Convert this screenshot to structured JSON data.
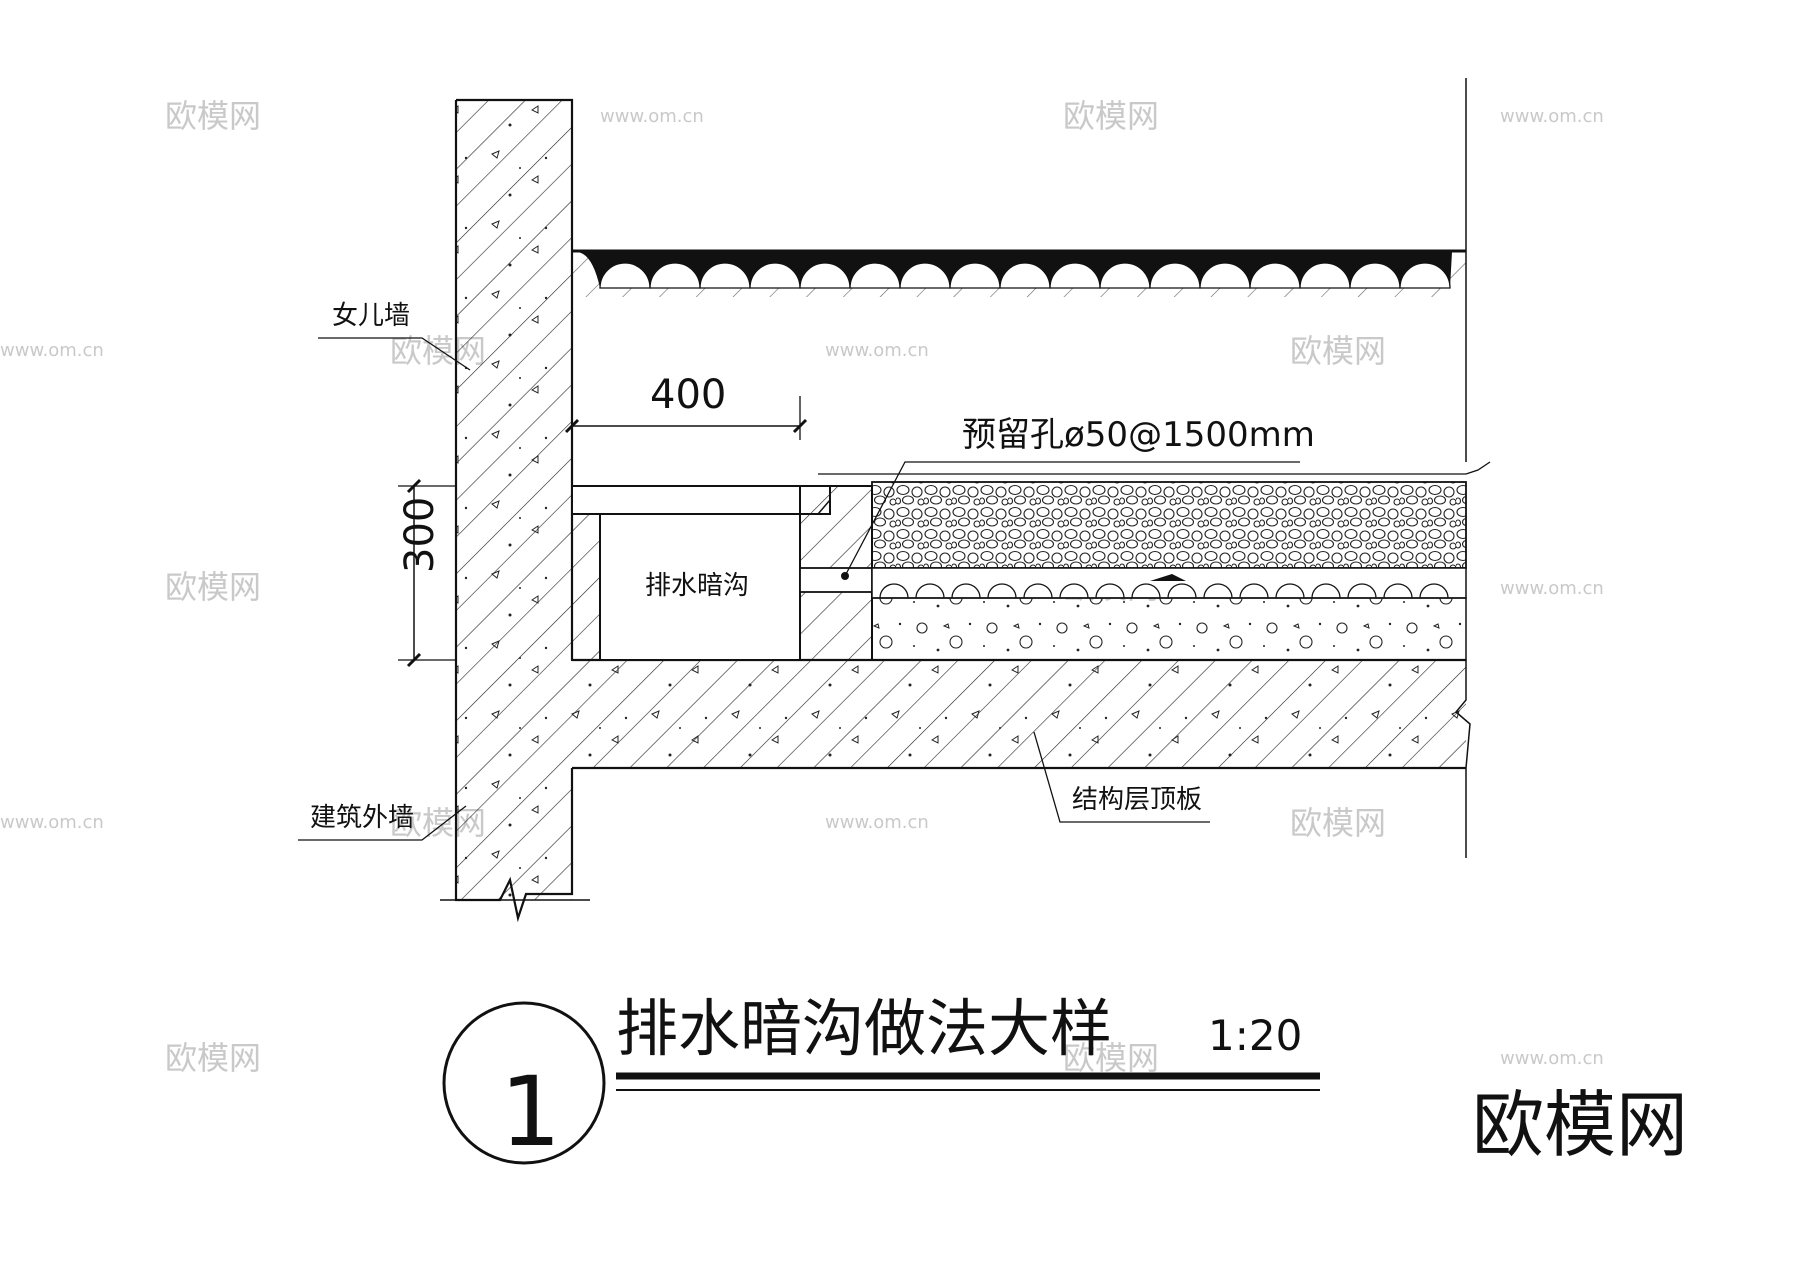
{
  "labels": {
    "parapet": "女儿墙",
    "exterior_wall": "建筑外墙",
    "drain": "排水暗沟",
    "slab": "结构层顶板",
    "hole": "预留孔ø50@1500mm"
  },
  "dimensions": {
    "width": "400",
    "height": "300"
  },
  "title": {
    "text": "排水暗沟做法大样",
    "scale": "1:20",
    "number": "1"
  },
  "watermark": {
    "brand": "欧模网",
    "url": "www.om.cn"
  }
}
